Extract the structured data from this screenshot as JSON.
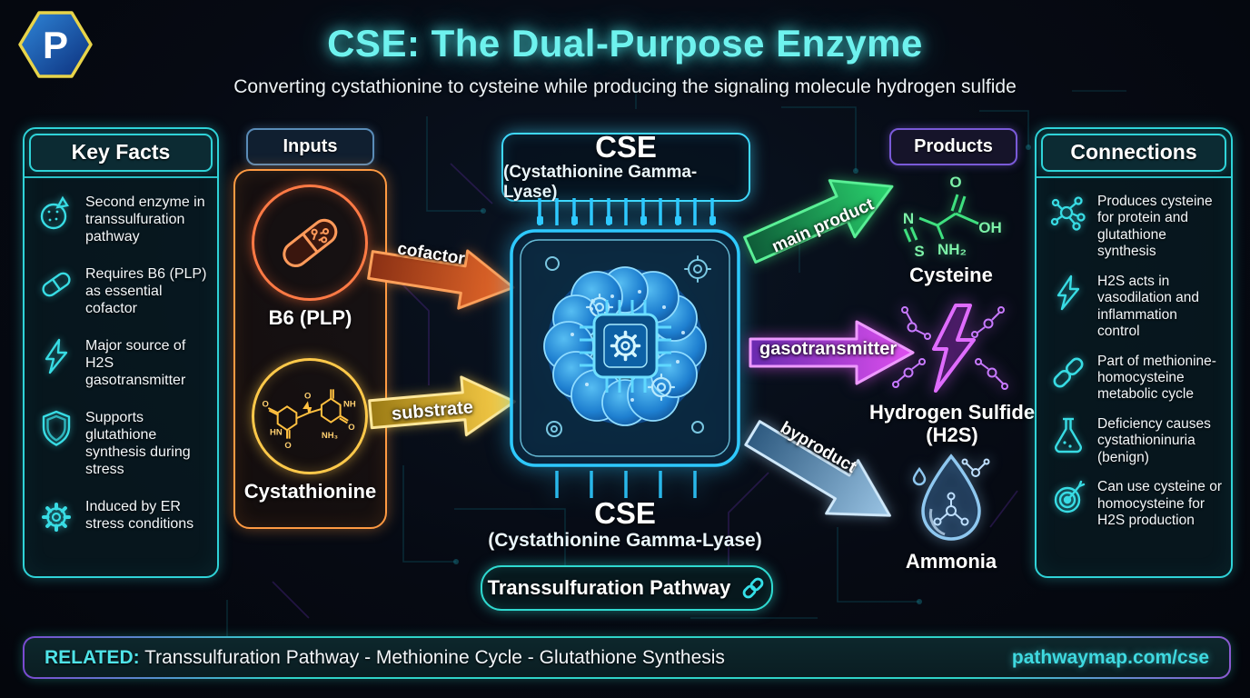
{
  "header": {
    "logo": "P",
    "title": "CSE: The Dual-Purpose Enzyme",
    "subtitle": "Converting cystathionine to cysteine while producing the signaling molecule hydrogen sulfide"
  },
  "key_facts": {
    "title": "Key Facts",
    "items": [
      {
        "icon": "enzyme-icon",
        "text": "Second enzyme in transsulfuration pathway"
      },
      {
        "icon": "capsule-icon",
        "text": "Requires B6 (PLP) as essential cofactor"
      },
      {
        "icon": "bolt-icon",
        "text": "Major source of H2S gasotransmitter"
      },
      {
        "icon": "shield-icon",
        "text": "Supports glutathione synthesis during stress"
      },
      {
        "icon": "gear-icon",
        "text": "Induced by ER stress conditions"
      }
    ]
  },
  "inputs": {
    "title": "Inputs",
    "items": [
      {
        "icon": "b6-capsule-icon",
        "label": "B6 (PLP)"
      },
      {
        "icon": "cystathionine-molecule-icon",
        "label": "Cystathionine"
      }
    ]
  },
  "arrows": {
    "cofactor": "cofactor",
    "substrate": "substrate",
    "main_product": "main product",
    "gasotransmitter": "gasotransmitter",
    "byproduct": "byproduct"
  },
  "enzyme": {
    "abbr": "CSE",
    "full": "(Cystathionine Gamma-Lyase)",
    "badge": "Transsulfuration Pathway"
  },
  "products": {
    "title": "Products",
    "items": [
      {
        "icon": "cysteine-molecule-icon",
        "label": "Cysteine"
      },
      {
        "icon": "h2s-bolt-icon",
        "label": "Hydrogen Sulfide",
        "label2": "(H2S)"
      },
      {
        "icon": "ammonia-droplet-icon",
        "label": "Ammonia"
      }
    ]
  },
  "molecule_labels": {
    "cysteine": {
      "o": "O",
      "oh": "OH",
      "n": "N",
      "s": "S",
      "nh2": "NH₂"
    },
    "cystathionine": {
      "o_left": "O",
      "hn": "HN",
      "o_bottom": "O",
      "o_top": "O",
      "nh": "NH",
      "o_right": "O",
      "nh3": "NH₃"
    }
  },
  "connections": {
    "title": "Connections",
    "items": [
      {
        "icon": "molecule-network-icon",
        "text": "Produces cysteine for protein and glutathione synthesis"
      },
      {
        "icon": "bolt-icon",
        "text": "H2S acts in vasodilation and inflammation control"
      },
      {
        "icon": "chain-link-icon",
        "text": "Part of methionine-homocysteine metabolic cycle"
      },
      {
        "icon": "flask-icon",
        "text": "Deficiency causes cystathioninuria (benign)"
      },
      {
        "icon": "target-icon",
        "text": "Can use cysteine or homocysteine for H2S production"
      }
    ]
  },
  "footer": {
    "related_label": "RELATED:",
    "related_text": " Transsulfuration Pathway - Methionine Cycle - Glutathione Synthesis",
    "url": "pathwaymap.com/cse"
  },
  "colors": {
    "accent_cyan": "#2fd3d8",
    "title_cyan": "#6ef2ee",
    "orange": "#ff9a42",
    "red_orange": "#ff7a45",
    "gold": "#ffc94a",
    "green": "#3fe07f",
    "magenta": "#e050f0",
    "steel_blue": "#9ac4e4",
    "purple": "#7a5ad8",
    "chip_blue": "#2ec9ff"
  }
}
